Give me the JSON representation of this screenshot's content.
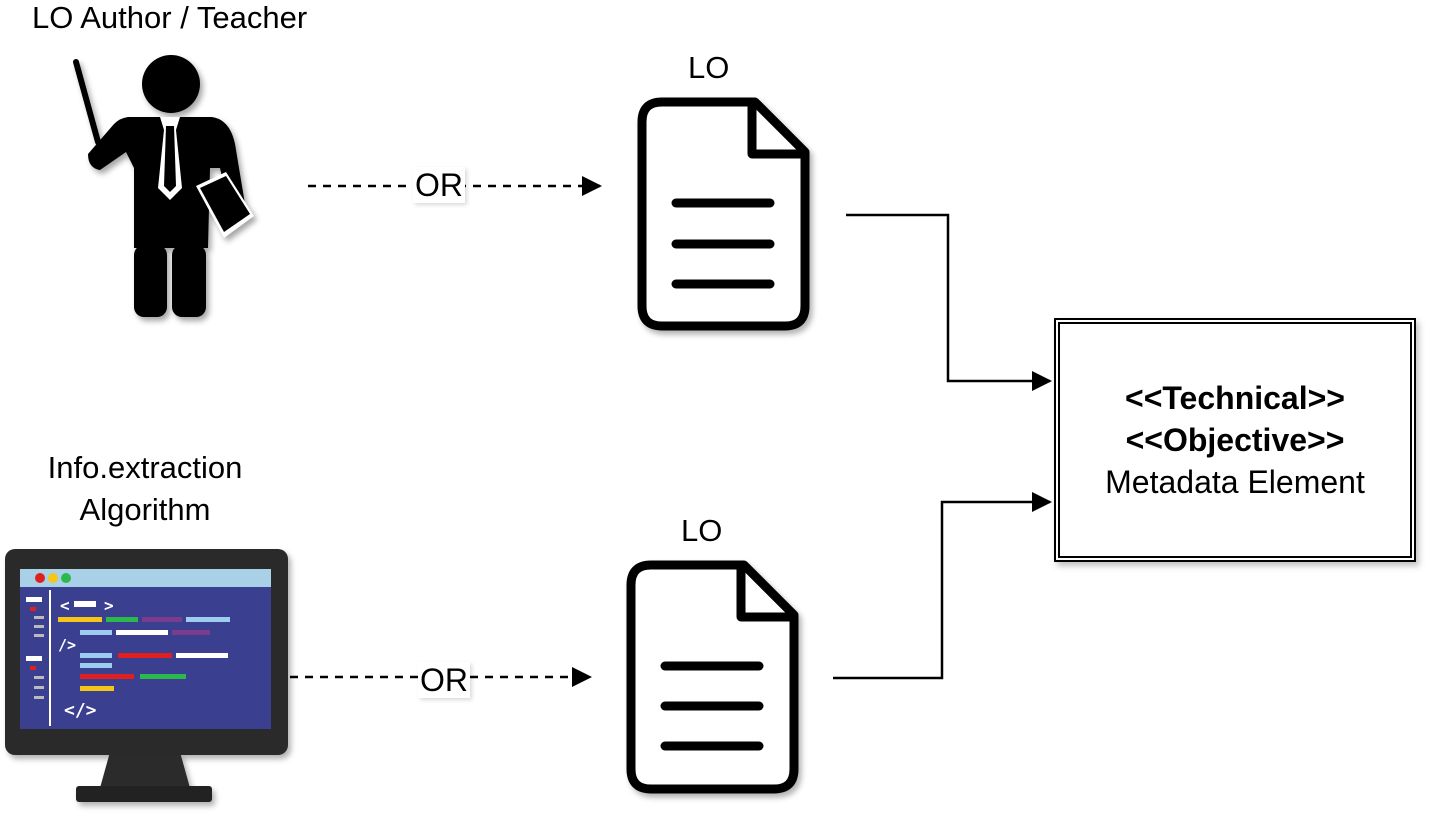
{
  "labels": {
    "teacher": "LO Author / Teacher",
    "algorithm_line1": "Info.extraction",
    "algorithm_line2": "Algorithm",
    "lo_top": "LO",
    "lo_bottom": "LO",
    "or_top": "OR",
    "or_bottom": "OR"
  },
  "metadata_box": {
    "line1": "<<Technical>>",
    "line2": "<<Objective>>",
    "line3": "Metadata Element"
  },
  "icons": [
    "teacher-icon",
    "document-icon",
    "monitor-code-icon"
  ],
  "colors": {
    "screen": "#3a3f8f",
    "titlebar": "#a8d0e6",
    "red": "#e02020",
    "yellow": "#f5c518",
    "green": "#2db84d",
    "light_blue": "#9ecbf0",
    "purple": "#7a3c8c"
  }
}
